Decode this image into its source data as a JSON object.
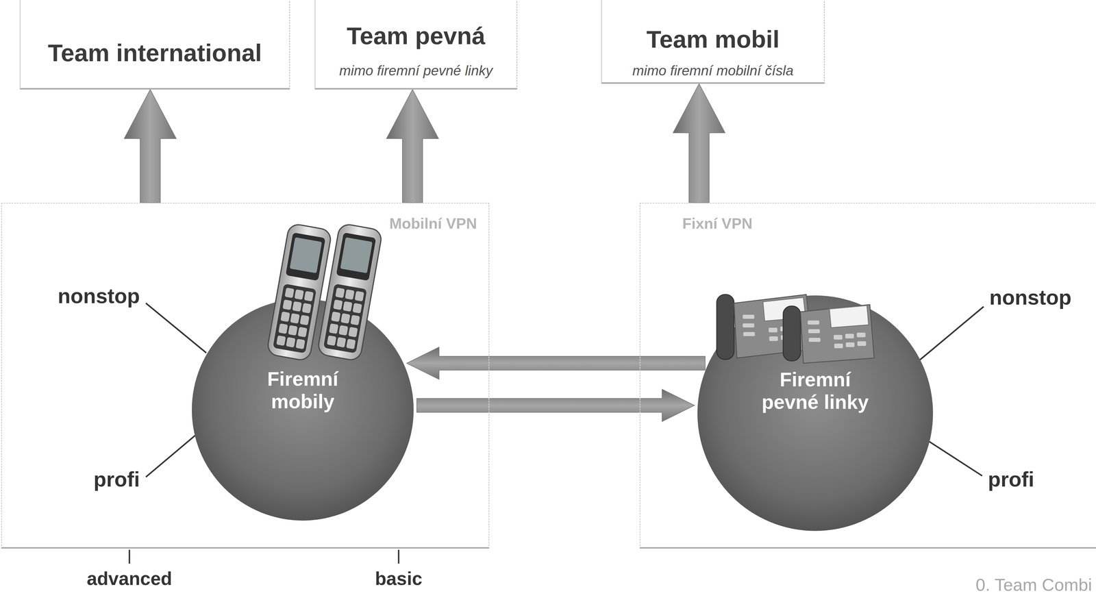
{
  "diagram": {
    "nodes": [
      {
        "text": [
          "Team international"
        ]
      },
      {
        "text": [
          "Team pevná",
          "mimo firemní pevné linky"
        ]
      },
      {
        "text": [
          "Team mobil",
          "mimo firemní mobilní čísla"
        ]
      },
      {
        "text": [
          "Mobilní VPN"
        ]
      },
      {
        "text": [
          "Firemní mobily"
        ],
        "in": 3
      },
      {
        "text": [
          "Fixní VPN"
        ]
      },
      {
        "text": [
          "Firemní pevné linky"
        ],
        "in": 5
      }
    ],
    "edges": [
      {
        "from": 3,
        "to": 0,
        "arrow": "to"
      },
      {
        "from": 3,
        "to": 1,
        "arrow": "to"
      },
      {
        "from": 5,
        "to": 2,
        "arrow": "to"
      },
      {
        "from": 6,
        "to": 4,
        "arrow": "to"
      },
      {
        "from": 4,
        "to": 6,
        "arrow": "to"
      }
    ],
    "labels": [
      "nonstop",
      "profi",
      "advanced",
      "basic",
      "nonstop",
      "profi",
      "0. Team Combi"
    ]
  }
}
